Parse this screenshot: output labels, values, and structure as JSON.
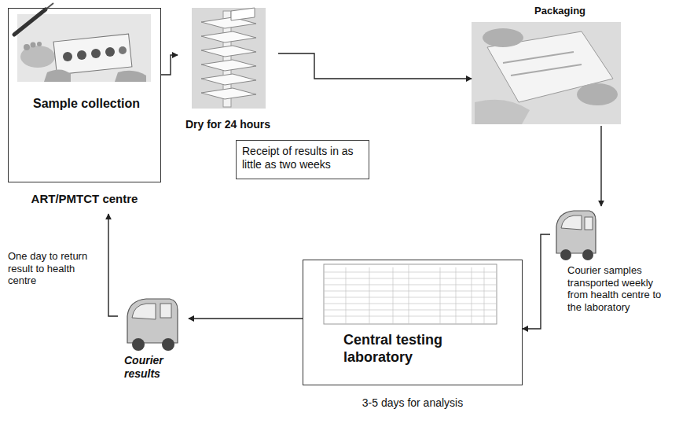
{
  "diagram": {
    "nodes": [
      {
        "text": [
          "Sample collection",
          "ART/PMTCT centre"
        ]
      },
      {
        "text": [
          "Dry for 24 hours"
        ]
      },
      {
        "text": [
          "Packaging"
        ]
      },
      {
        "text": [
          "Receipt of results in as little as two weeks"
        ]
      },
      {
        "text": [
          "Courier samples transported weekly from health centre to the laboratory"
        ]
      },
      {
        "text": [
          "Central testing laboratory",
          "3-5 days for analysis"
        ]
      },
      {
        "text": [
          "Courier results"
        ]
      }
    ],
    "edges": [
      {
        "from": 0,
        "to": 1,
        "arrow": "to"
      },
      {
        "from": 1,
        "to": 2,
        "arrow": "to"
      },
      {
        "from": 2,
        "to": 4,
        "arrow": "to"
      },
      {
        "from": 4,
        "to": 5,
        "arrow": "to"
      },
      {
        "from": 5,
        "to": 6,
        "arrow": "to"
      },
      {
        "from": 6,
        "to": 0,
        "label": "One day to return result to health centre",
        "arrow": "to"
      }
    ]
  }
}
